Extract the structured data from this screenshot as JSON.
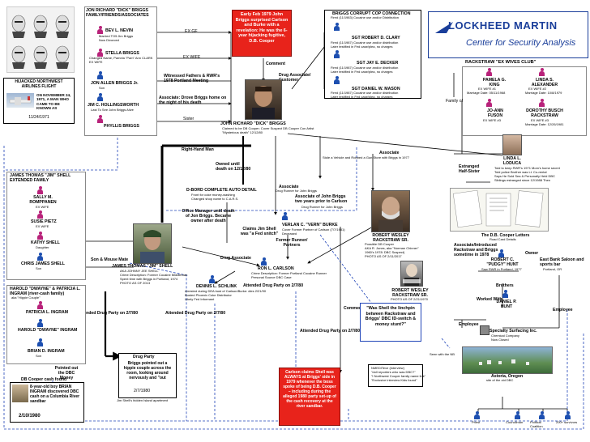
{
  "mugshots_caption": "",
  "hijack_box": {
    "title_left": "HIJACKED NORTHWEST AIRLINES FLIGHT",
    "body": "ON NOVEMBER 24, 1971, A MAN WHO CAME TO BE KNOWN AS",
    "date": "11/24/1971"
  },
  "family_header": {
    "title": "JON RICHARD \"DICK\" BRIGGS FAMILY/FRIENDS/ASSOCIATES"
  },
  "family": {
    "bev": {
      "name": "BEV L. NEVIN",
      "lines": [
        "Married TO5 Jim Briggs",
        "Now Divorced"
      ]
    },
    "stella": {
      "name": "STELLA BRIGGS",
      "lines": [
        "Changed Name, Pamela \"Pam\" Ann CLARK",
        "EX WIFE"
      ]
    },
    "jonallen": {
      "name": "JON ALLEN BRIGGS Jr.",
      "lines": [
        "Son"
      ]
    },
    "jimhol": {
      "name": "JIM C. HOLLINGSWORTH",
      "lines": [
        "Last To See John Briggs Alive"
      ]
    },
    "phyllis": {
      "name": "PHYLLIS BRIGGS"
    }
  },
  "edges": {
    "ex_gf": "EX GF",
    "ex_wife": "EX WIFE",
    "witnessed": "Witnessed Fathers & RWR's 1978 Portland Meeting",
    "associate_drove": "Associate: Drove Briggs home on the night of his death",
    "sister": "Sister",
    "comment1": "Comment",
    "drug_assoc_customer": "Drug Associate/ Customer",
    "right_hand_man": "Right-Hand Man",
    "owned_until": "Owned until death on 12/12/80",
    "associate1": "Associate",
    "drug_runner_briggs": "Drug Runner for John Briggs",
    "assoc_two_years": "Associate of John Briggs two years prior to Carlson",
    "drug_runner_briggs2": "Drug Runner for John Briggs",
    "office_manager": "Office Manager until death of Jon Briggs. Became owner after death",
    "claims_jim_shell": "Claims Jim Shell was \"a Fed snitch\"",
    "son_mouse_mate": "Son & Mouse Mate",
    "former_runner": "Former Runner/ Partners",
    "drug_associate2": "Drug Associate",
    "associate_rw": "Associate",
    "attended1": "Attended Drug Party on 2/7/80",
    "attended2": "Attended Drug Party on 2/7/80",
    "attended3": "Attended Drug Party on 2/7/80",
    "attended4": "Attended Drug Party on 2/7/80",
    "comment2": "Comment",
    "family_of": "Family of",
    "estranged": "Estranged Half-Sister",
    "owner": "Owner",
    "brothers": "Brothers",
    "worked_with": "Worked With",
    "employee1": "Employee",
    "employee2": "Employee",
    "associate_rw2": "Associate",
    "associate_introduced": "Associate/Introduced Rackstraw and Briggs sometime in 1978",
    "seen_nb": "Seen with the NB"
  },
  "red_top": {
    "text": "Early Feb 1979 John Briggs surprised Carlson and Burke with a revelation: He was the 6-year hijacking fugitive, D.B. Cooper"
  },
  "red_bottom": {
    "text": "Carlson claims Shell was ALWAYS at Briggs' side in 1979 whenever the boss spoke of being D.B. Cooper – including during the alleged 1980 party set-up of the cash recovery at the river sandbar."
  },
  "cop_box": {
    "title": "BRIGGS CORRUPT COP CONNECTION",
    "sub": "Fired (11/1983) Cocaine use and/or Distribution",
    "officers": [
      {
        "name": "SGT ROBERT D. CLARY",
        "l1": "Fired (11/1987) Cocaine use and/or distribution",
        "l2": "Later testified in Fed case/plea, no charges"
      },
      {
        "name": "SGT JAY E. DECKER",
        "l1": "Fired (11/1987) Cocaine use and/or distribution",
        "l2": "Later testified in Fed case/plea, no charges"
      },
      {
        "name": "SGT DANIEL W. MASON",
        "l1": "Fired (11/1987) Cocaine use and/or distribution",
        "l2": "Later testified in Fed case/plea, no charges"
      }
    ]
  },
  "lockheed": {
    "name": "LOCKHEED MARTIN",
    "sub": "Center for Security Analysis"
  },
  "rackstraw_wives": {
    "title": "RACKSTRAW \"EX WIVES CLUB\"",
    "pamela": {
      "name": "PAMELA G. KING",
      "lines": [
        "EX WIFE #1",
        "Marriage Date: 05/11/1968"
      ]
    },
    "linda": {
      "name": "LINDA S. ALEXANDER",
      "lines": [
        "EX WIFE #2",
        "Marriage Date: 10/8/1979"
      ]
    },
    "joann": {
      "name": "JO-ANN FUSON",
      "lines": [
        "EX WIFE #3"
      ]
    },
    "dorothy": {
      "name": "DOROTHY BUSCH RACKSTRAW",
      "lines": [
        "EX WIFE #3",
        "Marriage Date: 12/26/1981"
      ]
    }
  },
  "lindal": {
    "name": "LINDA L. LODUCA",
    "lines": [
      "Told to keep RWR's 1971 Mom's home secret",
      "Told police Brother was Lt. Co-rental",
      "Says He Sold Sea & Personally Held DBC",
      "Siblings estranged since 12/1988 Then"
    ]
  },
  "cooper_letters": {
    "title": "The D.B. Cooper Letters",
    "sub": "Road Card Details"
  },
  "dick_briggs": {
    "name": "JOHN RICHARD \"DICK\" BRIGGS",
    "l1": "Claimed to be DB Cooper; Cover Suspect DB Cooper Con Artist",
    "l2": "\"Mysterious death\" 12/12/80"
  },
  "rwr": {
    "name": "ROBERT WESLEY RACKSTRAW SR.",
    "lines": [
      "Possible DB Cooper",
      "AKA R. Jones, aka \"Norman Chinner\"",
      "1960's 1978: DBC Suspect)",
      "PHOTO AS OF 2/11/2017"
    ]
  },
  "rwr_mug": {
    "name": "ROBERT WESLEY RACKSTRAW SR.",
    "sub": "PHOTO AS OF 2/21/1970"
  },
  "rwr_associate_bullet": "Stole a Vehicle and Robbed a Gun Store with Briggs in 1977",
  "shell_family": {
    "title": "JAMES THOMAS \"JIM\" SHELL EXTENDED FAMILY",
    "sally": {
      "name": "SALLY M. ROMPPANEN",
      "lines": [
        "EX WIFE"
      ]
    },
    "susie": {
      "name": "SUSIE PIETZ",
      "lines": [
        "EX WIFE"
      ]
    },
    "kathy": {
      "name": "KATHY SHELL",
      "lines": [
        "Daughter"
      ]
    },
    "chris": {
      "name": "CHRIS JAMES SHELL",
      "lines": [
        "Son"
      ]
    }
  },
  "ingram_family": {
    "title": "HAROLD \"DWAYNE\" & PATRICIA L. INGRAM (river-cash family)",
    "sub": "aka \"Hippie Couple\"",
    "patricia": {
      "name": "PATRICIA L. INGRAM"
    },
    "harold": {
      "name": "HAROLD \"DWAYNE\" INGRAM"
    },
    "brian": {
      "name": "BRIAN D. INGRAM",
      "lines": [
        "Son"
      ]
    },
    "found_text": "Pointed out the DBC Money"
  },
  "cash_found": {
    "title": "DB Cooper cash found",
    "body": "8-year-old boy BRIAN INGRAM discovered DBC cash on a Columbia River sandbar",
    "date": "2/10/1980"
  },
  "jim_shell": {
    "name": "JAMES THOMAS \"JIM\" SHELL",
    "lines": [
      "AKA JOHNNY JEE SHELL",
      "Crime Description: Former Cocaine Middleman",
      "Spent time with Briggs in Portland, 1974",
      "PHOTO AS OF 2013"
    ]
  },
  "dbord": {
    "title": "D-BORD COMPLETE AUTO DETAIL",
    "lines": [
      "Front for coke money-washing",
      "Changed shop name to C.A.R.S."
    ]
  },
  "dennis": {
    "name": "DENNIS L. SCHLINK",
    "lines": [
      "Arrested during DEA bust of Carlson/Burke: dies 2/21/90",
      "Busted Phoenix Coke Distributor",
      "Likely Fed Informant"
    ]
  },
  "verlan": {
    "name": "VERLAN C. \"VERN\" BURKE",
    "lines": [
      "Cover Former Partner of Carlson (7/7/1981)",
      "Deceased"
    ]
  },
  "ron": {
    "name": "RON L. CARLSON",
    "lines": [
      "Crime Description: Former Portland Cocaine Runner",
      "Personal Source DBC Case"
    ]
  },
  "drug_party": {
    "title": "Drug Party",
    "body": "Briggs pointed out a hippie couple across the room, looking around nervously and \"out",
    "date": "2/7/1980",
    "bullet": "Jim Shell's hidden Island apartment"
  },
  "question_box": {
    "text": "\"Was Shell the linchpin between Rackstraw and Briggs' DBC ID-switch & money stunt?\""
  },
  "sunset_box": {
    "lines": [
      "NMEDITeve (interview)",
      "\"doll reporters who was DBC?\"",
      "\"I Northwest Cooper family name link\"",
      "\"Exclusive interview Kids found\""
    ]
  },
  "pudgy_hunt": {
    "name": "ROBERT C. \"PUDGY\" HUNT",
    "lines": [
      "Saw RWR in Portland, 1977"
    ]
  },
  "east_bank": {
    "title": "East Bank Saloon and sports bar",
    "sub": "Portland, OR"
  },
  "daniel_hunt": {
    "name": "DANIEL P. HUNT"
  },
  "specialty": {
    "title": "Specialty Surfacing Inc.",
    "lines": [
      "Chemical Company",
      "Now Closed"
    ]
  },
  "astoria": {
    "title": "Astoria, Oregon",
    "sub": "site of the old DBC"
  },
  "bottom_icons": {
    "a": "Priest",
    "b": "Councilman",
    "c": "Political Coalition",
    "d": "200+ survivors"
  },
  "colors": {
    "red": "#e8231b",
    "blue_person": "#1d4fb0",
    "pink_person": "#b8227a",
    "dashed_blue": "#2145b8",
    "lockheed_blue": "#1a3e9a"
  }
}
